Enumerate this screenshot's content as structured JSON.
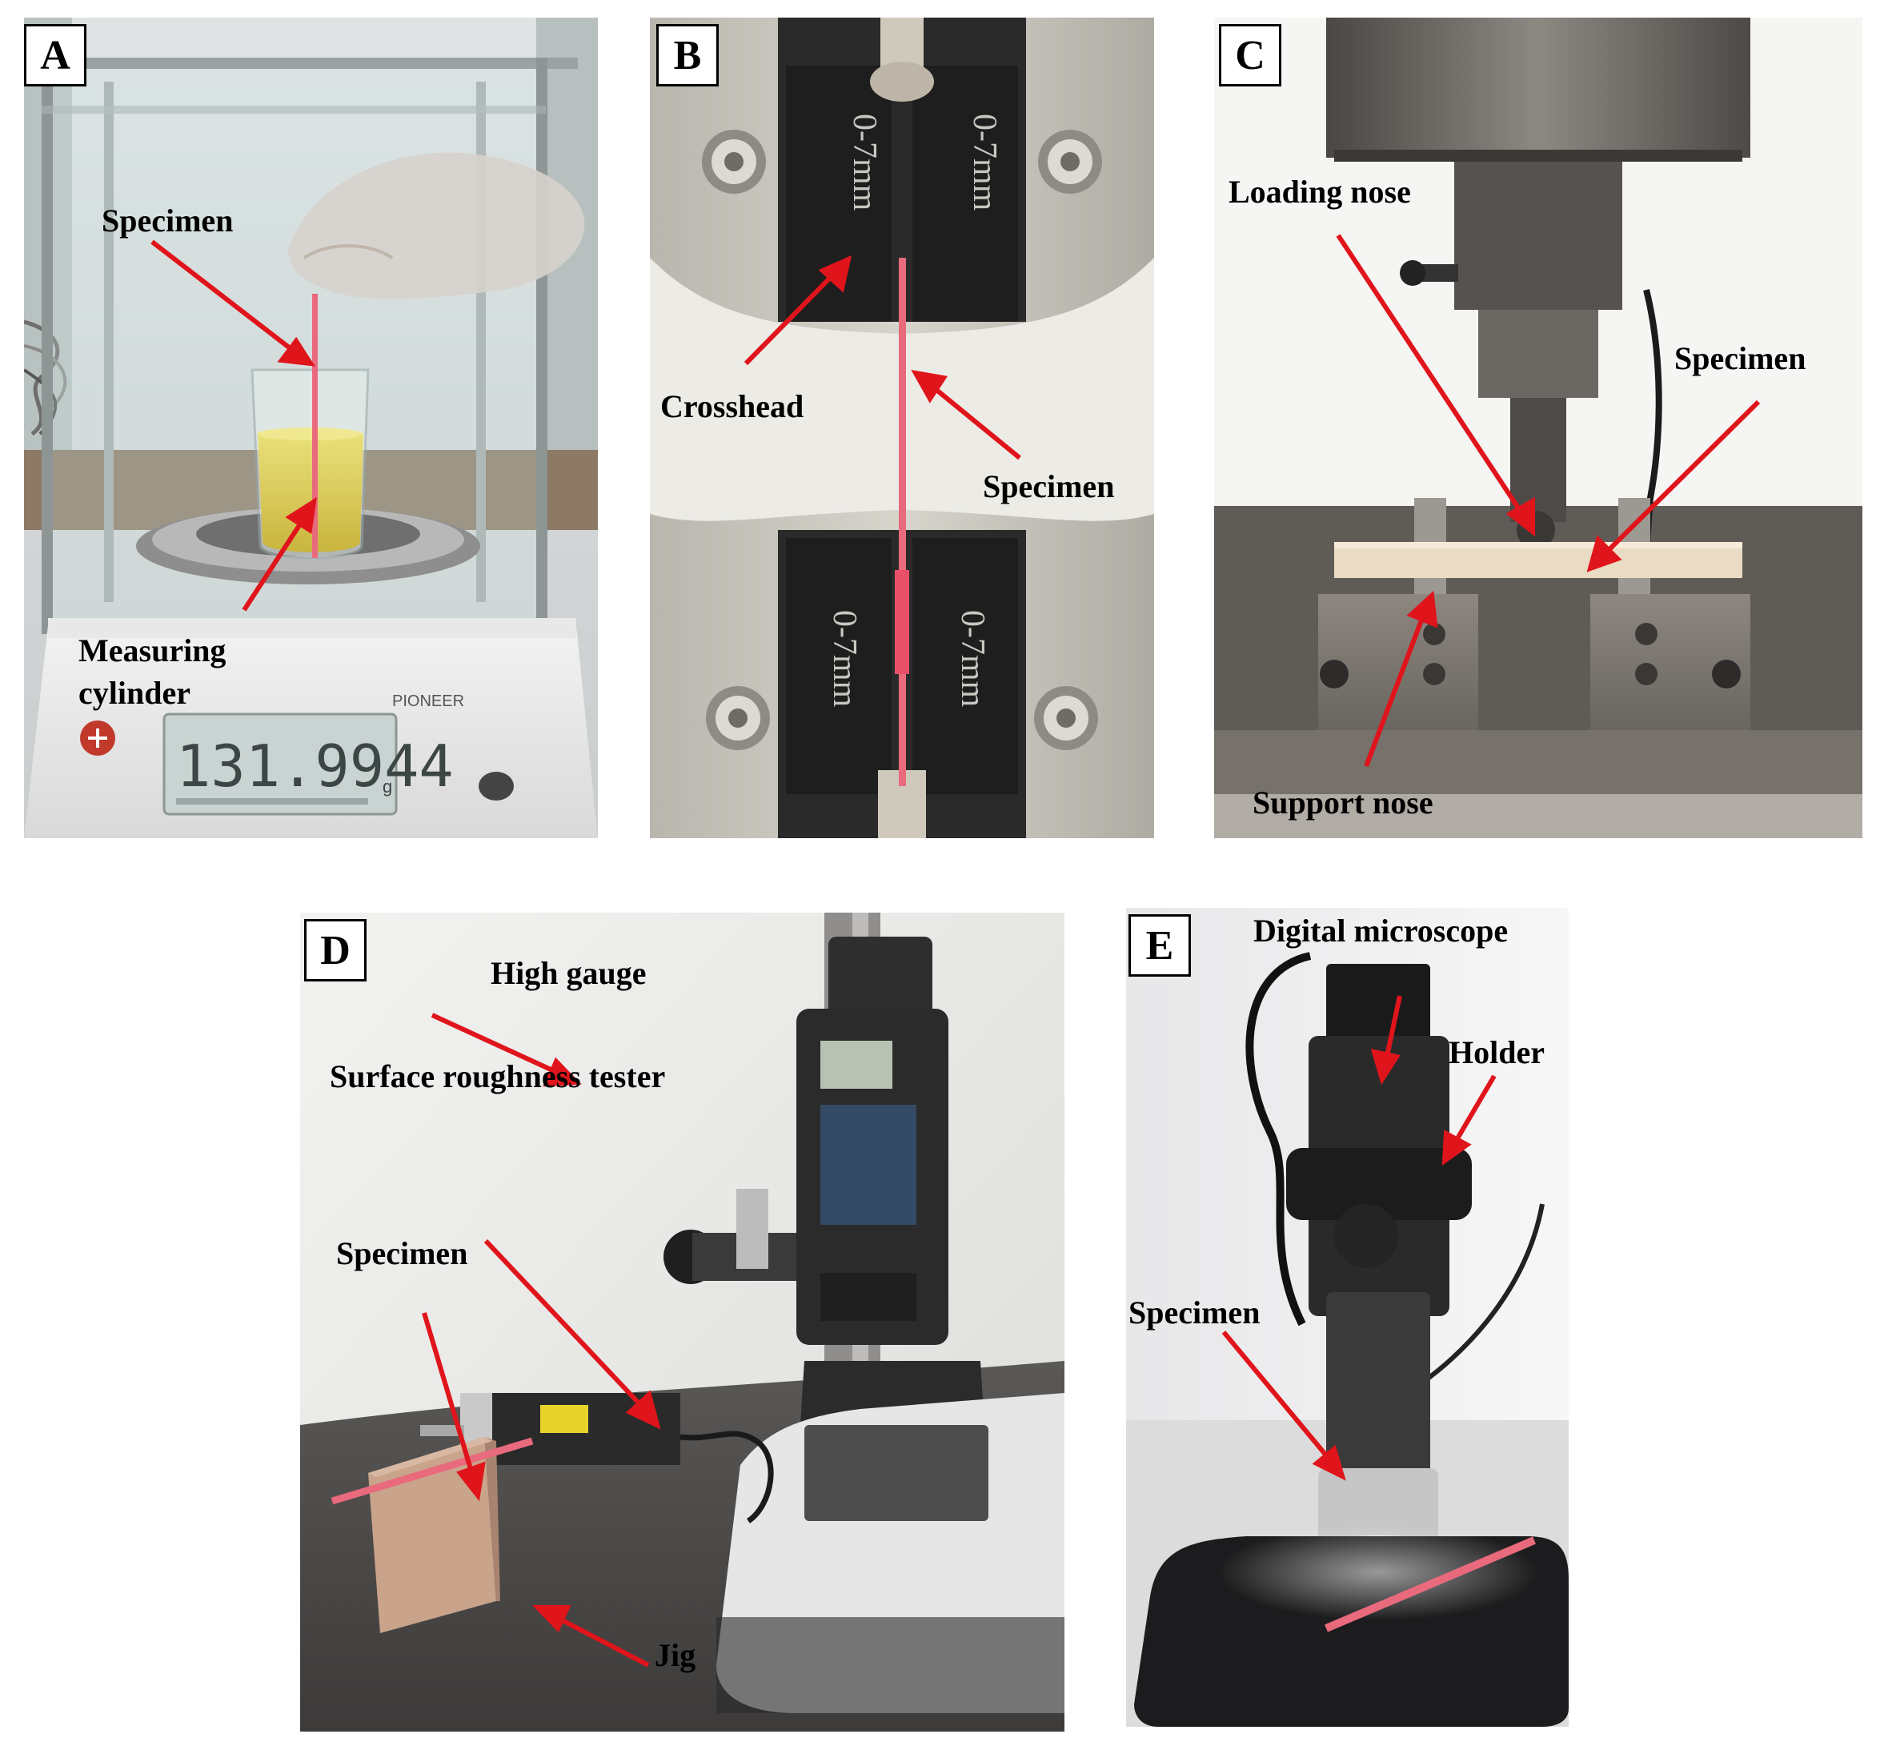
{
  "panels": {
    "A": {
      "letter": "A",
      "labels": {
        "specimen": "Specimen",
        "measuring_cylinder_line1": "Measuring",
        "measuring_cylinder_line2": "cylinder"
      },
      "balance": {
        "brand": "PIONEER",
        "display_value": "131.9944",
        "unit": "g"
      }
    },
    "B": {
      "letter": "B",
      "labels": {
        "crosshead": "Crosshead",
        "specimen": "Specimen"
      },
      "grip_marking": "0-7mm"
    },
    "C": {
      "letter": "C",
      "labels": {
        "loading_nose": "Loading nose",
        "specimen": "Specimen",
        "support_nose": "Support nose"
      }
    },
    "D": {
      "letter": "D",
      "labels": {
        "high_gauge": "High gauge",
        "surface_roughness_tester": "Surface roughness tester",
        "specimen": "Specimen",
        "jig": "Jig"
      }
    },
    "E": {
      "letter": "E",
      "labels": {
        "digital_microscope": "Digital microscope",
        "holder": "Holder",
        "specimen": "Specimen"
      }
    }
  },
  "colors": {
    "arrow": "#e0141b",
    "specimen_pink": "#e86a7c"
  }
}
